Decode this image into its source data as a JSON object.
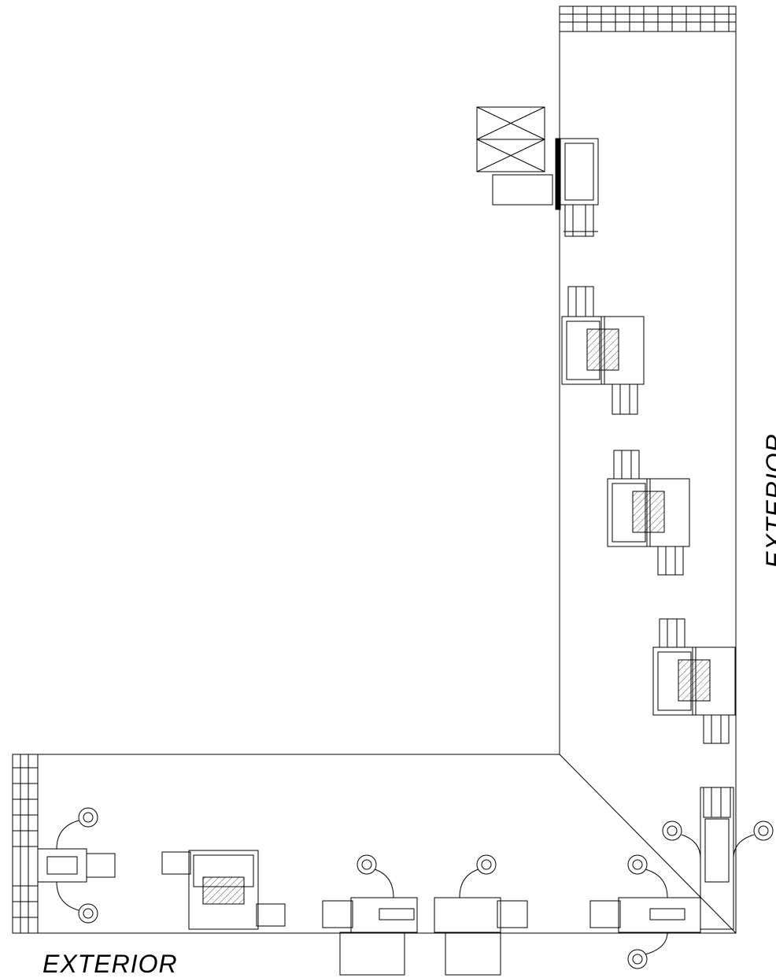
{
  "labels": {
    "exterior_bottom": "EXTERIOR",
    "exterior_right": "EXTERIOR"
  },
  "colors": {
    "line": "#000000",
    "background": "#ffffff",
    "hatch": "#000000"
  },
  "components": [
    "wall-frame-outline",
    "miter-corner-line",
    "top-siding-edge",
    "left-siding-edge",
    "jamb-detail-1",
    "jamb-detail-2",
    "jamb-detail-3",
    "jamb-detail-4",
    "corner-post-handles",
    "bottom-jamb-details"
  ]
}
